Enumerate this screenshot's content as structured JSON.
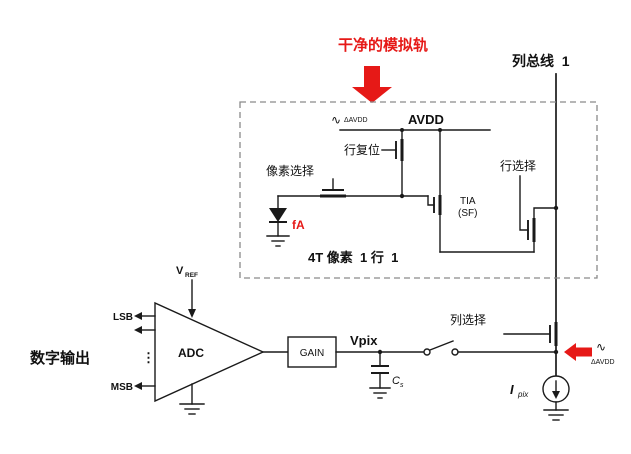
{
  "colors": {
    "accent_red": "#e61917",
    "wire_black": "#1a1a1a",
    "dashed_gray": "#8a8a8a",
    "background": "#ffffff"
  },
  "annotations": {
    "clean_rail": "干净的模拟轨",
    "column_bus": "列总线  1",
    "digital_output": "数字输出"
  },
  "pixel_block": {
    "avdd": "AVDD",
    "avdd_noise_wave": "∿",
    "avdd_noise": "ΔAVDD",
    "row_reset": "行复位",
    "pixel_select": "像素选择",
    "row_select": "行选择",
    "tia_line1": "TIA",
    "tia_line2": "(SF)",
    "photocurrent": "fA",
    "caption": "4T 像素  1 行  1"
  },
  "readout": {
    "vref_main": "V",
    "vref_sub": "REF",
    "lsb": "LSB",
    "msb": "MSB",
    "bit_dots": "⋮",
    "adc": "ADC",
    "gain": "GAIN",
    "vpix": "Vpix",
    "cap_main": "C",
    "cap_sub": "s",
    "column_select": "列选择",
    "current_source_main": "I",
    "current_source_sub": "pix",
    "noise_wave": "∿",
    "noise": "ΔAVDD"
  }
}
